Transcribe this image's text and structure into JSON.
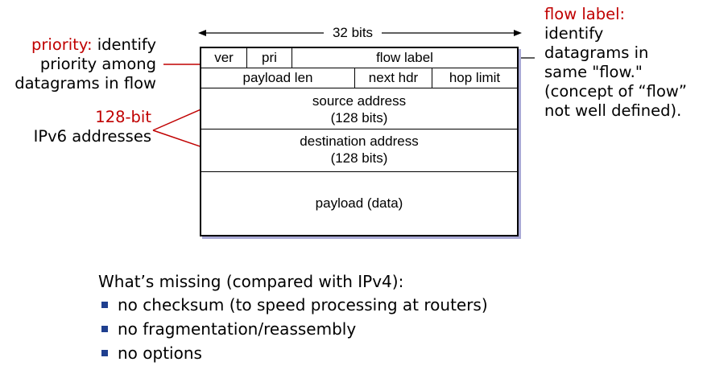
{
  "width_label": "32 bits",
  "header": {
    "row1": {
      "ver": "ver",
      "pri": "pri",
      "flow_label": "flow label"
    },
    "row2": {
      "payload_len": "payload len",
      "next_hdr": "next hdr",
      "hop_limit": "hop limit"
    },
    "source": {
      "line1": "source address",
      "line2": "(128 bits)"
    },
    "destination": {
      "line1": "destination address",
      "line2": "(128 bits)"
    },
    "payload": "payload (data)"
  },
  "annotations": {
    "priority": {
      "term": "priority:",
      "text1": "identify",
      "text2": "priority among",
      "text3": "datagrams in flow"
    },
    "addresses": {
      "line1": "128-bit",
      "line2": "IPv6 addresses"
    },
    "flow_label": {
      "title": "flow label:",
      "lines": [
        "identify",
        "datagrams in",
        "same \"flow.\"",
        "(concept of “flow”",
        "not well defined)."
      ]
    }
  },
  "missing": {
    "intro": "What’s missing (compared with IPv4):",
    "items": [
      "no checksum (to speed processing at routers)",
      "no fragmentation/reassembly",
      "no options"
    ]
  },
  "colors": {
    "accent_red": "#c00000",
    "bullet_blue": "#1f3f8f"
  }
}
